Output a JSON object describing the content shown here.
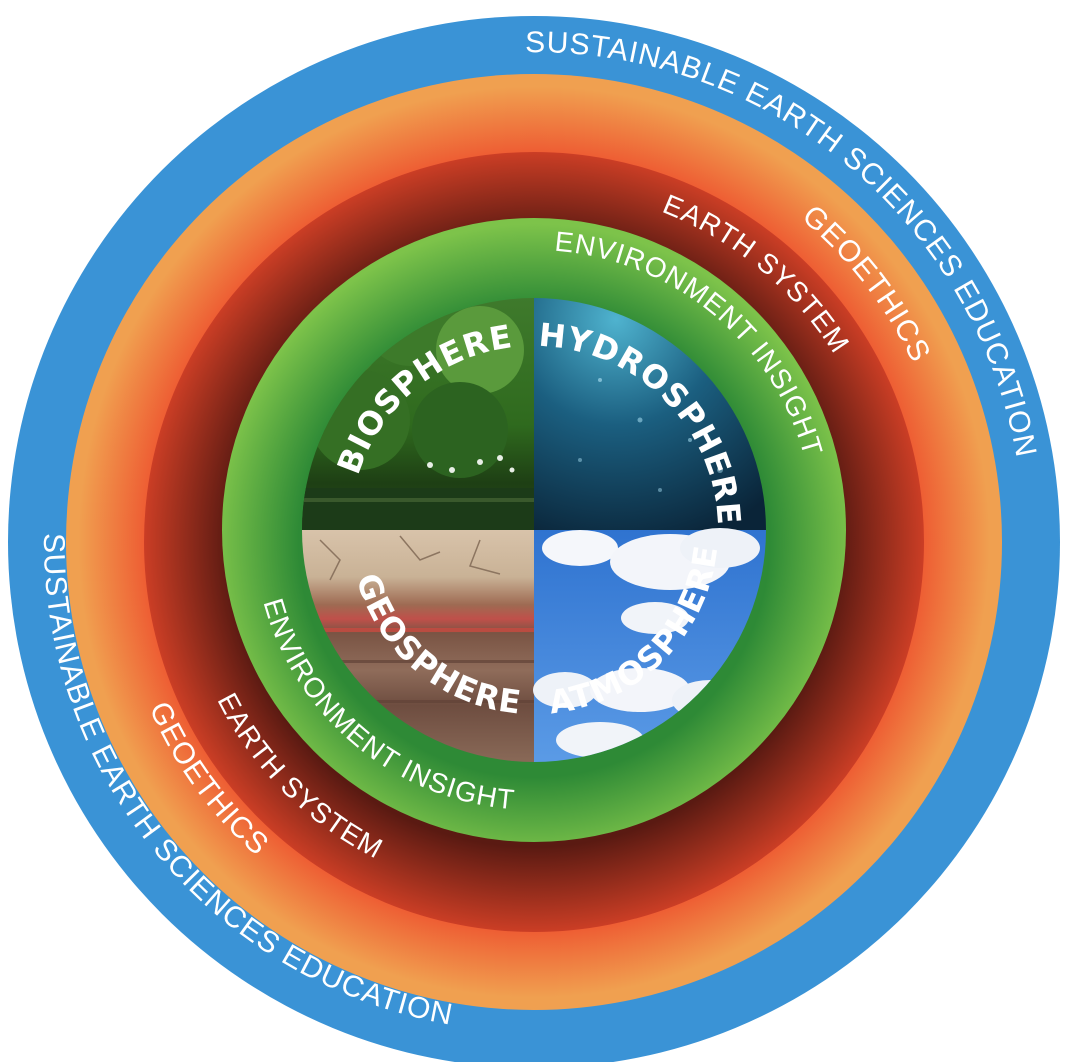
{
  "rings": {
    "outer": {
      "label": "SUSTAINABLE EARTH SCIENCES EDUCATION",
      "color": "#3a93d6"
    },
    "geoethics": {
      "label": "GEOETHICS",
      "colors": [
        "#f0a050",
        "#ee5630"
      ]
    },
    "earth_system": {
      "label": "EARTH SYSTEM",
      "colors": [
        "#e8472a",
        "#5a1a12"
      ]
    },
    "environment": {
      "label": "ENVIRONMENT INSIGHT",
      "colors": [
        "#7dc34a",
        "#2e8a36"
      ]
    }
  },
  "spheres": [
    {
      "label": "BIOSPHERE",
      "theme": "forest"
    },
    {
      "label": "HYDROSPHERE",
      "theme": "ocean"
    },
    {
      "label": "GEOSPHERE",
      "theme": "rock-strata"
    },
    {
      "label": "ATMOSPHERE",
      "theme": "sky-clouds"
    }
  ]
}
